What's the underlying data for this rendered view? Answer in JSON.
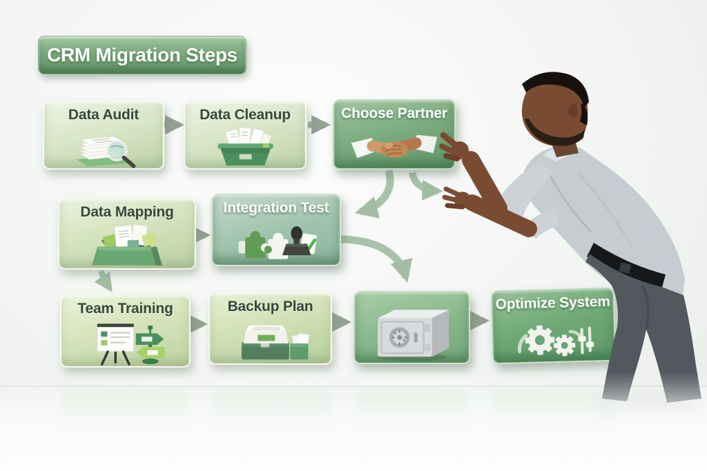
{
  "title": {
    "label": "CRM Migration Steps"
  },
  "flow": {
    "steps": [
      {
        "id": "data-audit",
        "label": "Data Audit",
        "icon": "documents-magnifier-icon",
        "row": 1
      },
      {
        "id": "data-cleanup",
        "label": "Data Cleanup",
        "icon": "bin-with-papers-icon",
        "row": 1
      },
      {
        "id": "choose-partner",
        "label": "Choose Partner",
        "icon": "handshake-icon",
        "row": 1
      },
      {
        "id": "data-mapping",
        "label": "Data Mapping",
        "icon": "open-box-folders-icon",
        "row": 2
      },
      {
        "id": "integration-test",
        "label": "Integration Test",
        "icon": "puzzle-stamp-check-icon",
        "row": 2
      },
      {
        "id": "team-training",
        "label": "Team Training",
        "icon": "easel-signpost-icon",
        "row": 3
      },
      {
        "id": "backup-plan",
        "label": "Backup Plan",
        "icon": "storage-boxes-icon",
        "row": 3
      },
      {
        "id": "secure-storage",
        "label": "",
        "icon": "safe-vault-icon",
        "row": 3
      },
      {
        "id": "optimize-system",
        "label": "Optimize System",
        "icon": "gears-sliders-icon",
        "row": 3
      }
    ]
  },
  "person": {
    "description": "man in gray shirt leaning forward and pointing at the Choose Partner box"
  },
  "colors": {
    "banner_green": "#78a87b",
    "box_light_green": "#d8e5c6",
    "box_mid_green": "#78ab7e",
    "box_teal_green": "#a0c3ad",
    "box_opt_green": "#6fa876",
    "arrow_gray": "#9dab9d",
    "arrow_sage": "#a9c2aa",
    "label_dark": "#36483a",
    "label_light": "#ffffff",
    "background": "#f3f5f3"
  }
}
